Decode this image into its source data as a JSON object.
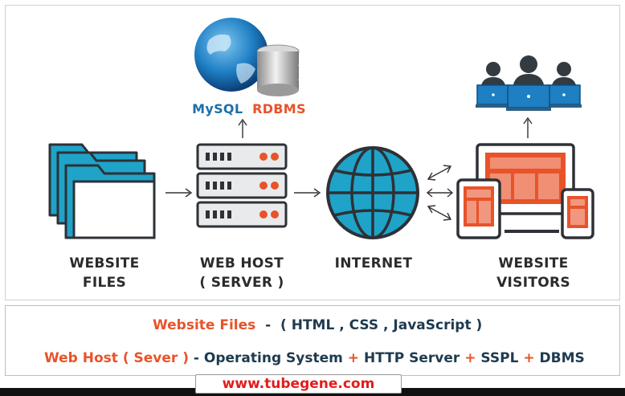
{
  "db": {
    "mysql": "MySQL",
    "rdbms": "RDBMS"
  },
  "nodes": {
    "files": {
      "line1": "WEBSITE",
      "line2": "FILES"
    },
    "host": {
      "line1": "WEB HOST",
      "line2": "( SERVER )"
    },
    "internet": {
      "line1": "INTERNET"
    },
    "visitors": {
      "line1": "WEBSITE",
      "line2": "VISITORS"
    }
  },
  "legend": {
    "row1": {
      "key": "Website Files",
      "sep": "-",
      "value": "( HTML , CSS , JavaScript )"
    },
    "row2": {
      "key": "Web Host ( Sever )",
      "sep": "-",
      "items": [
        "Operating System",
        "HTTP Server",
        "SSPL",
        "DBMS"
      ],
      "joiner": "+"
    }
  },
  "footer": {
    "url": "www.tubegene.com"
  },
  "colors": {
    "accent_blue": "#1fa3c9",
    "server_gray": "#e8eaeb",
    "orange": "#e8532a",
    "dark_outline": "#2e3136"
  }
}
